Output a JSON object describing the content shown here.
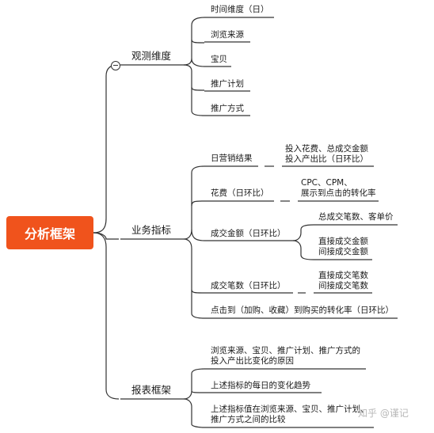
{
  "root": "分析框架",
  "branches": [
    {
      "label": "观测维度",
      "items": [
        "时间维度（日）",
        "浏览来源",
        "宝贝",
        "推广计划",
        "推广方式"
      ]
    },
    {
      "label": "业务指标",
      "items": [
        {
          "label": "日营销结果",
          "sub": [
            "投入花费、总成交金额",
            "投入产出比（日环比）"
          ]
        },
        {
          "label": "花费（日环比）",
          "sub": [
            "CPC、CPM、",
            "展示到点击的转化率"
          ]
        },
        {
          "label": "成交金额（日环比）",
          "sub_a": "总成交笔数、客单价",
          "sub_b": [
            "直接成交金额",
            "间接成交金额"
          ]
        },
        {
          "label": "成交笔数（日环比）",
          "sub": [
            "直接成交笔数",
            "间接成交笔数"
          ]
        },
        {
          "label": "点击到（加购、收藏）到购买的转化率（日环比）"
        }
      ]
    },
    {
      "label": "报表框架",
      "items": [
        [
          "浏览来源、宝贝、推广计划、推广方式的",
          "投入产出比变化的原因"
        ],
        [
          "上述指标的每日的变化趋势"
        ],
        [
          "上述指标值在浏览来源、宝贝、推广计划、",
          "推广方式之间的比较"
        ]
      ]
    }
  ],
  "watermark": "知乎 @谨记"
}
